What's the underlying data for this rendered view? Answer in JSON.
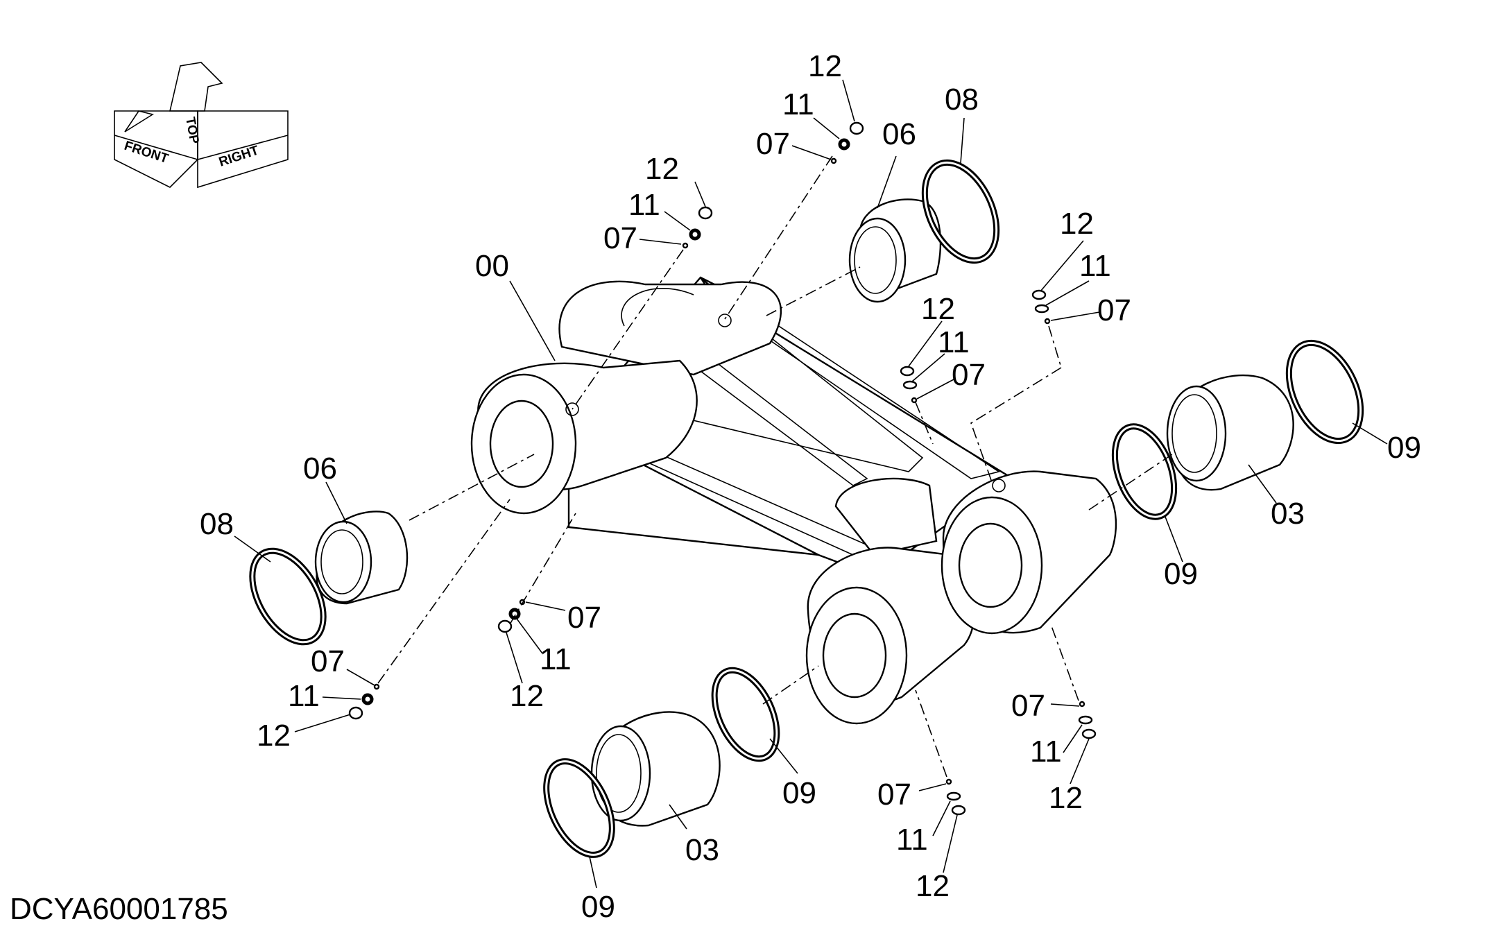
{
  "drawing_code": "DCYA60001785",
  "orientation": {
    "front": "FRONT",
    "top": "TOP",
    "right": "RIGHT"
  },
  "callouts": {
    "c00": "00",
    "c06a": "06",
    "c06b": "06",
    "c08a": "08",
    "c08b": "08",
    "c03a": "03",
    "c03b": "03",
    "c09a": "09",
    "c09b": "09",
    "c09c": "09",
    "c09d": "09",
    "c07a": "07",
    "c07b": "07",
    "c07c": "07",
    "c07d": "07",
    "c07e": "07",
    "c07f": "07",
    "c07g": "07",
    "c07h": "07",
    "c11a": "11",
    "c11b": "11",
    "c11c": "11",
    "c11d": "11",
    "c11e": "11",
    "c11f": "11",
    "c11g": "11",
    "c11h": "11",
    "c12a": "12",
    "c12b": "12",
    "c12c": "12",
    "c12d": "12",
    "c12e": "12",
    "c12f": "12",
    "c12g": "12",
    "c12h": "12"
  },
  "colors": {
    "line": "#000000",
    "background": "#ffffff"
  }
}
